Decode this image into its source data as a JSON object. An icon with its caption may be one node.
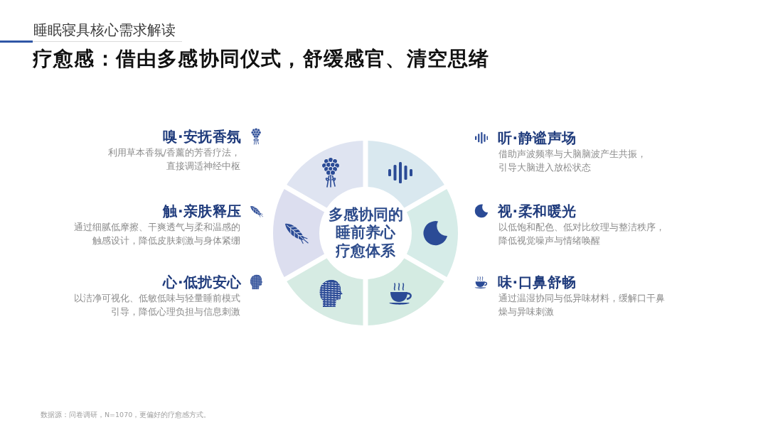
{
  "diagram": {
    "title": "疗愈感：借由多感协同仪式，舒缓感官、清空思绪",
    "nodes": [
      {
        "text": [
          "多感协同的睡前养心疗愈体系"
        ]
      },
      {
        "text": [],
        "shape": "sector",
        "beside": [
          "嗅·安抚香氛",
          "利用草本香氛/香薰的芳香疗法，直接调适神经中枢"
        ]
      },
      {
        "text": [],
        "shape": "sector",
        "beside": [
          "听·静谧声场",
          "借助声波频率与大脑脑波产生共振，引导大脑进入放松状态"
        ]
      },
      {
        "text": [],
        "shape": "sector",
        "beside": [
          "触·亲肤释压",
          "通过细腻低摩擦、干爽透气与柔和温感的触感设计，降低皮肤刺激与身体紧绷"
        ]
      },
      {
        "text": [],
        "shape": "sector",
        "beside": [
          "视·柔和暖光",
          "以低饱和配色、低对比纹理与整洁秩序，降低视觉噪声与情绪唤醒"
        ]
      },
      {
        "text": [],
        "shape": "sector",
        "beside": [
          "心·低扰安心",
          "以洁净可视化、低敏低味与轻量睡前模式引导，降低心理负担与信息刺激"
        ]
      },
      {
        "text": [],
        "shape": "sector",
        "beside": [
          "味·口鼻舒畅",
          "通过温湿协同与低异味材料，缓解口干鼻燥与异味刺激"
        ]
      }
    ],
    "labels": [
      "睡眠寝具核心需求解读",
      "数据源：问卷调研，N=1070，更偏好的疗愈感方式。"
    ]
  }
}
